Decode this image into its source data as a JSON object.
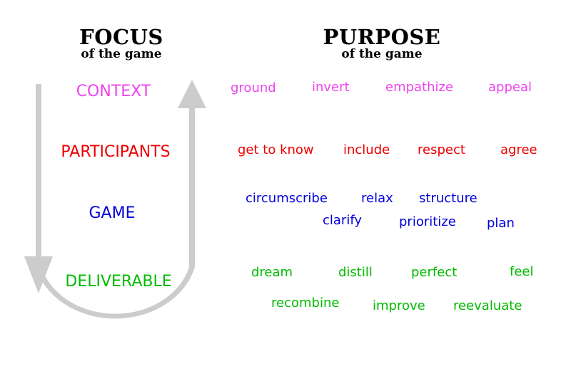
{
  "headers": {
    "focus": {
      "title": "FOCUS",
      "subtitle": "of the game"
    },
    "purpose": {
      "title": "PURPOSE",
      "subtitle": "of the game"
    }
  },
  "colors": {
    "context": "#ee44ee",
    "participants": "#ee0000",
    "game": "#0000dd",
    "deliverable": "#00bb00",
    "arrow": "#cccccc"
  },
  "focus_items": {
    "context": "CONTEXT",
    "participants": "PARTICIPANTS",
    "game": "GAME",
    "deliverable": "DELIVERABLE"
  },
  "purpose_words": {
    "context": [
      "ground",
      "invert",
      "empathize",
      "appeal"
    ],
    "participants": [
      "get to know",
      "include",
      "respect",
      "agree"
    ],
    "game": [
      "circumscribe",
      "relax",
      "structure",
      "clarify",
      "prioritize",
      "plan"
    ],
    "deliverable": [
      "dream",
      "distill",
      "perfect",
      "feel",
      "recombine",
      "improve",
      "reevaluate"
    ]
  }
}
